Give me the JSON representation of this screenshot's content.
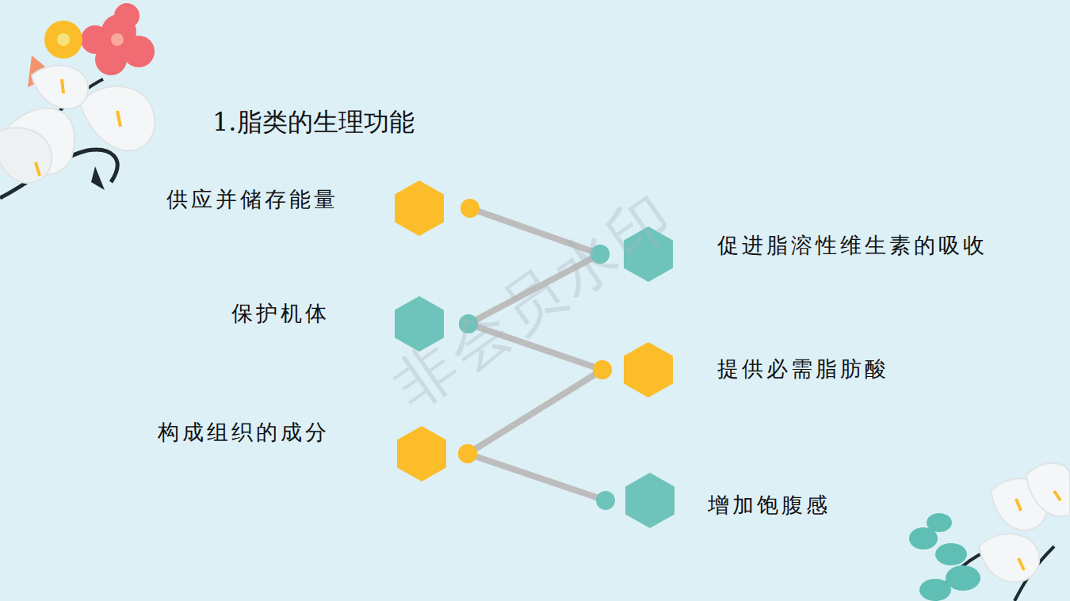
{
  "diagram": {
    "title": "1.脂类的生理功能",
    "nodes": [
      {
        "text": [
          "供应并储存能量"
        ]
      },
      {
        "text": [
          "促进脂溶性维生素的吸收"
        ]
      },
      {
        "text": [
          "保护机体"
        ]
      },
      {
        "text": [
          "提供必需脂肪酸"
        ]
      },
      {
        "text": [
          "构成组织的成分"
        ]
      },
      {
        "text": [
          "增加饱腹感"
        ]
      }
    ],
    "edges": [
      {
        "from": 0,
        "to": 1,
        "arrow": "none"
      },
      {
        "from": 1,
        "to": 2,
        "arrow": "none"
      },
      {
        "from": 2,
        "to": 3,
        "arrow": "none"
      },
      {
        "from": 3,
        "to": 4,
        "arrow": "none"
      },
      {
        "from": 4,
        "to": 5,
        "arrow": "none"
      }
    ],
    "labels": [
      "非会员水印"
    ]
  }
}
